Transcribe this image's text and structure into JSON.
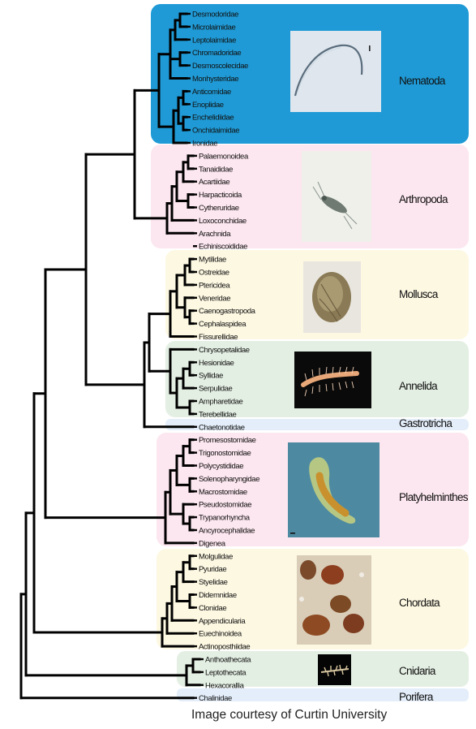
{
  "groups": [
    {
      "name": "Nematoda",
      "bg": "#1f9ad6",
      "families": [
        "Desmodoridae",
        "Microlaimidae",
        "Leptolaimidae",
        "Chromadoridae",
        "Desmoscolecidae",
        "Monhysteridae",
        "Anticomidae",
        "Enoplidae",
        "Enchelidiidae",
        "Onchidaimidae",
        "Ironidae"
      ]
    },
    {
      "name": "Arthropoda",
      "bg": "#fce6ef",
      "families": [
        "Palaemonoidea",
        "Tanaididae",
        "Acartiidae",
        "Harpacticoida",
        "Cytheruridae",
        "Loxoconchidae",
        "Arachnida",
        "Echiniscoididae"
      ]
    },
    {
      "name": "Mollusca",
      "bg": "#fdf8e2",
      "families": [
        "Mytilidae",
        "Ostreidae",
        "Ptericidea",
        "Veneridae",
        "Caenogastropoda",
        "Cephalaspidea",
        "Fissurellidae"
      ]
    },
    {
      "name": "Annelida",
      "bg": "#e4efe3",
      "families": [
        "Chrysopetalidae",
        "Hesionidae",
        "Syllidae",
        "Serpulidae",
        "Ampharetidae",
        "Terebellidae"
      ]
    },
    {
      "name": "Gastrotricha",
      "bg": "#e4eefa",
      "families": [
        "Chaetonotidae"
      ]
    },
    {
      "name": "Platyhelminthes",
      "bg": "#fce6ef",
      "families": [
        "Promesostomidae",
        "Trigonostomidae",
        "Polycystididae",
        "Solenopharyngidae",
        "Macrostomidae",
        "Pseudostomidae",
        "Trypanorhyncha",
        "Ancyrocephalidae",
        "Digenea"
      ]
    },
    {
      "name": "Chordata",
      "bg": "#fdf8e2",
      "families": [
        "Molgulidae",
        "Pyuridae",
        "Styelidae",
        "Didemnidae",
        "Clonidae",
        "Appendicularia",
        "Euechinoidea",
        "Actinoposthiidae"
      ]
    },
    {
      "name": "Cnidaria",
      "bg": "#e4efe3",
      "families": [
        "Anthoathecata",
        "Leptothecata",
        "Hexacorallia"
      ]
    },
    {
      "name": "Porifera",
      "bg": "#e4eefa",
      "families": [
        "Chalinidae"
      ]
    }
  ],
  "credit": "Image courtesy of Curtin University"
}
